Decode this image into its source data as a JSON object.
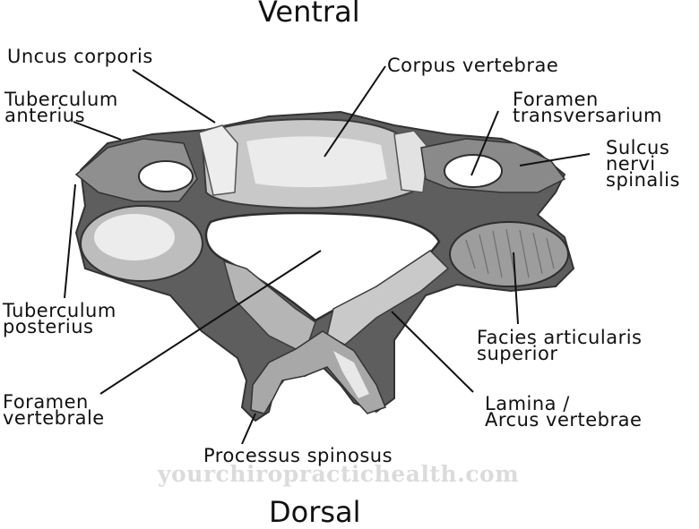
{
  "diagram": {
    "title_top": "Ventral",
    "title_bottom": "Dorsal",
    "watermark": "yourchiropractichealth.com",
    "labels": {
      "uncus_corporis": [
        "Uncus corporis"
      ],
      "corpus_vertebrae": [
        "Corpus vertebrae"
      ],
      "tuberculum_anterius": [
        "Tuberculum",
        "anterius"
      ],
      "foramen_transversarium": [
        "Foramen",
        "transversarium"
      ],
      "sulcus_nervi_spinalis": [
        "Sulcus",
        "nervi",
        "spinalis"
      ],
      "tuberculum_posterius": [
        "Tuberculum",
        "posterius"
      ],
      "facies_articularis": [
        "Facies articularis",
        "superior"
      ],
      "foramen_vertebrale": [
        "Foramen",
        "vertebrale"
      ],
      "lamina_arcus": [
        "Lamina /",
        "Arcus vertebrae"
      ],
      "processus_spinosus": [
        "Processus spinosus"
      ]
    },
    "colors": {
      "bone_dark": "#5e5e5e",
      "bone_mid": "#9a9a9a",
      "bone_light": "#e4e4e4",
      "line": "#111111",
      "text": "#111111"
    }
  }
}
